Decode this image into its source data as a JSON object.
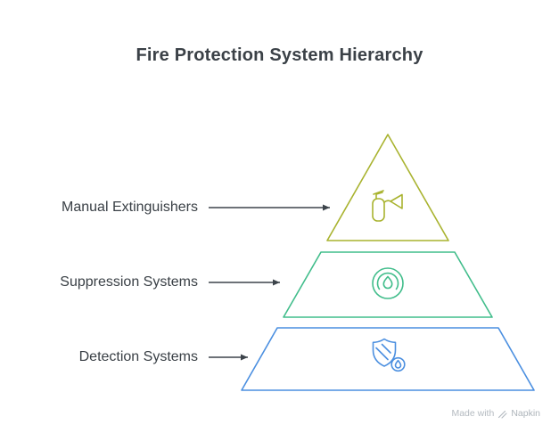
{
  "title": "Fire Protection System Hierarchy",
  "tiers": [
    {
      "label": "Manual Extinguishers",
      "color": "#a9b32f",
      "icon": "fire-extinguisher-icon"
    },
    {
      "label": "Suppression Systems",
      "color": "#41bd8b",
      "icon": "flame-circle-icon"
    },
    {
      "label": "Detection Systems",
      "color": "#4b8fe0",
      "icon": "shield-flame-icon"
    }
  ],
  "arrow_color": "#3d444b",
  "text_colors": {
    "title": "#3b4147",
    "label": "#3a4046"
  },
  "watermark": {
    "made_with": "Made with",
    "brand": "Napkin",
    "color": "#b5bbc1"
  }
}
